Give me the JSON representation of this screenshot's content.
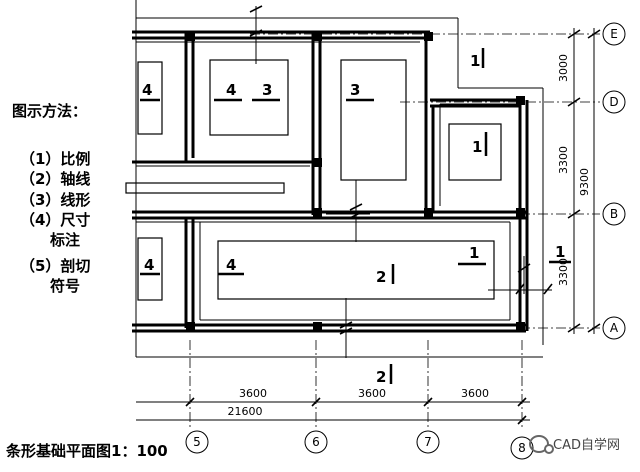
{
  "legend": {
    "title": "图示方法：",
    "items": [
      "（1）比例",
      "（2）轴线",
      "（3）线形",
      "（4）尺寸",
      "标注",
      "（5）剖切",
      "符号"
    ]
  },
  "caption": "条形基础平面图1：100",
  "watermark": "CAD自学网",
  "axes": {
    "columns": [
      "5",
      "6",
      "7",
      "8"
    ],
    "rows": [
      "E",
      "D",
      "B",
      "A"
    ]
  },
  "dimensions": {
    "bay1": "3600",
    "bay2": "3600",
    "bay3": "3600",
    "overall": "21600",
    "v_upper": "3000",
    "v_middle": "3300",
    "v_lower": "3300",
    "v_total": "9300"
  },
  "section_marks": {
    "m1": "1",
    "m2": "1",
    "m3": "1",
    "m4": "1",
    "m5": "2",
    "m6": "2",
    "m7": "3",
    "m8": "3",
    "m9": "4",
    "m10": "4",
    "m11": "4",
    "m12": "4"
  }
}
